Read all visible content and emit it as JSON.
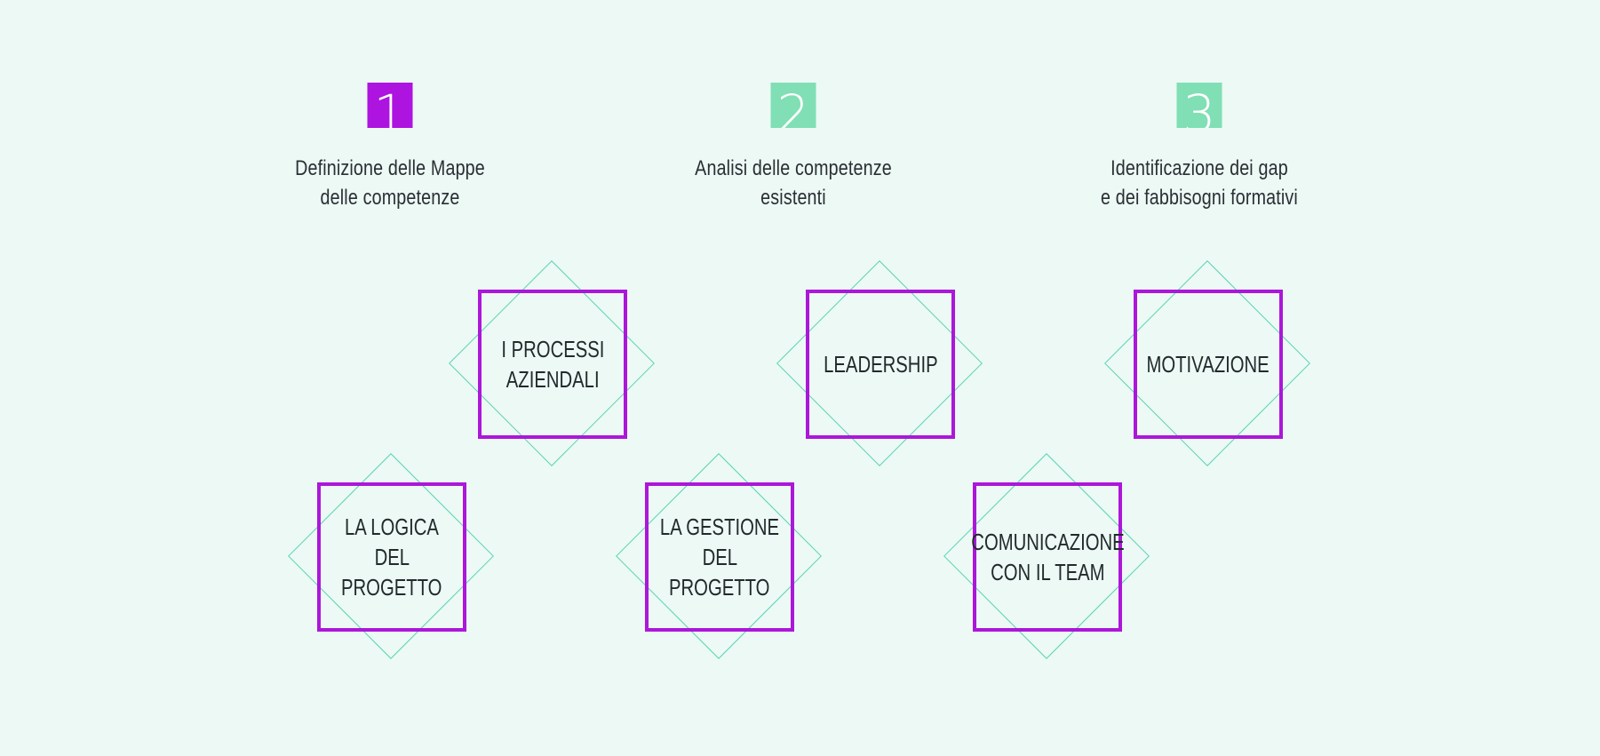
{
  "steps": [
    {
      "number": "1",
      "color": "#ad14e0",
      "lines": [
        "Definizione delle Mappe",
        "delle competenze"
      ]
    },
    {
      "number": "2",
      "color": "#80dfb4",
      "lines": [
        "Analisi delle competenze",
        "esistenti"
      ]
    },
    {
      "number": "3",
      "color": "#80dfb4",
      "lines": [
        "Identificazione dei gap",
        "e dei fabbisogni formativi"
      ]
    }
  ],
  "competences": [
    {
      "lines": [
        "I PROCESSI",
        "AZIENDALI"
      ]
    },
    {
      "lines": [
        "LEADERSHIP"
      ]
    },
    {
      "lines": [
        "MOTIVAZIONE"
      ]
    },
    {
      "lines": [
        "LA LOGICA",
        "DEL",
        "PROGETTO"
      ]
    },
    {
      "lines": [
        "LA GESTIONE",
        "DEL",
        "PROGETTO"
      ]
    },
    {
      "lines": [
        "COMUNICAZIONE",
        "CON IL TEAM"
      ]
    }
  ],
  "colors": {
    "accent_purple": "#ad14e0",
    "accent_mint": "#80dfb4",
    "diamond_outline": "#5cd4b2",
    "background": "#ecf9f5"
  }
}
